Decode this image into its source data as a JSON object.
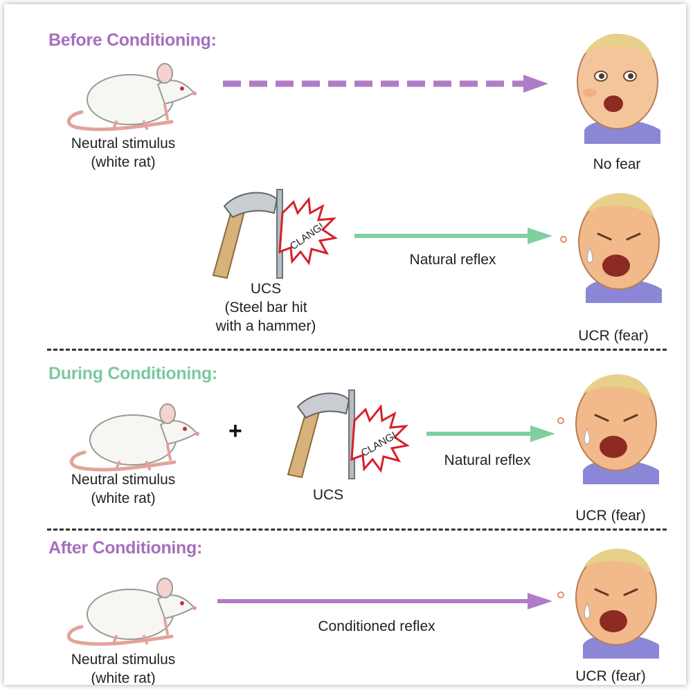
{
  "sections": {
    "before": {
      "heading": "Before Conditioning:",
      "heading_color": "#a66fbd",
      "stimulus_label": [
        "Neutral stimulus",
        "(white rat)"
      ],
      "response_label": "No fear",
      "ucs_label": [
        "UCS",
        "(Steel bar hit",
        "with a hammer)"
      ],
      "reflex_label": "Natural reflex",
      "ucr_label": "UCR (fear)"
    },
    "during": {
      "heading": "During Conditioning:",
      "heading_color": "#7cc8a0",
      "stimulus_label": [
        "Neutral stimulus",
        "(white rat)"
      ],
      "ucs_label": "UCS",
      "reflex_label": "Natural reflex",
      "ucr_label": "UCR (fear)"
    },
    "after": {
      "heading": "After Conditioning:",
      "heading_color": "#a66fbd",
      "stimulus_label": [
        "Neutral stimulus",
        "(white rat)"
      ],
      "reflex_label": "Conditioned reflex",
      "ucr_label": "UCR (fear)"
    }
  },
  "clang_text": "CLANG!",
  "plus_sign": "+",
  "colors": {
    "purple_arrow": "#b07cc6",
    "green_arrow": "#7fcf9f",
    "divider": "#333333"
  }
}
